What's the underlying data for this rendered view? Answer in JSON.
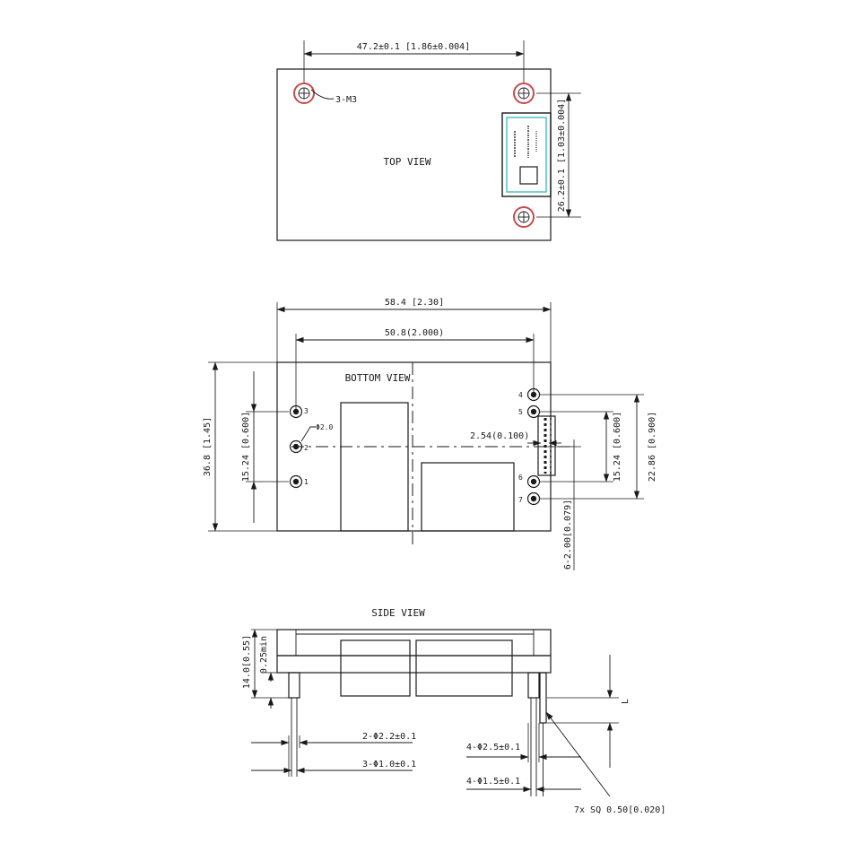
{
  "colors": {
    "ink": "#1a1a1a",
    "label_outline": "#4fc3c3",
    "hole_ring": "#c94a4a",
    "background": "#ffffff"
  },
  "top_view": {
    "title": "TOP VIEW",
    "dim_width": "47.2±0.1 [1.86±0.004]",
    "dim_height": "26.2±0.1 [1.03±0.004]",
    "holes_label": "3-M3",
    "label_icon": "product-label-icon"
  },
  "bottom_view": {
    "title": "BOTTOM VIEW",
    "dim_overall_width": "58.4 [2.30]",
    "dim_pin_span": "50.8(2.000)",
    "dim_overall_height": "36.8 [1.45]",
    "dim_left_pins": "15.24 [0.600]",
    "dim_right_inner": "15.24 [0.600]",
    "dim_right_outer": "22.86 [0.900]",
    "dim_pitch": "2.54(0.100)",
    "dim_pin_dia": "Φ2.0",
    "dim_right_pins": "6-2.00[0.079]",
    "pin_labels": [
      "1",
      "2",
      "3",
      "4",
      "5",
      "6",
      "7"
    ]
  },
  "side_view": {
    "title": "SIDE VIEW",
    "dim_height": "14.0[0.55]",
    "dim_standoff": "0.25min",
    "dim_length": "L",
    "dim_d22": "2-Φ2.2±0.1",
    "dim_d10": "3-Φ1.0±0.1",
    "dim_d25": "4-Φ2.5±0.1",
    "dim_d15": "4-Φ1.5±0.1",
    "dim_sq": "7x SQ 0.50[0.020]"
  }
}
